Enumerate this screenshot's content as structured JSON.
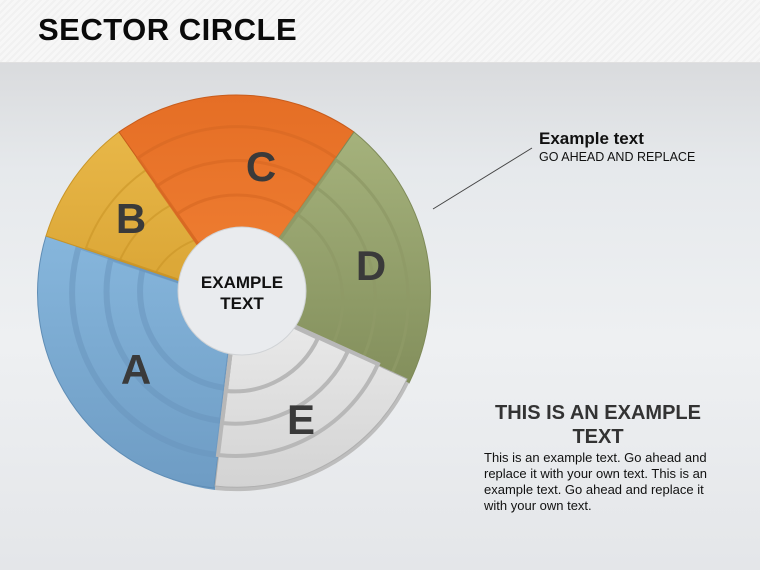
{
  "header": {
    "title": "SECTOR CIRCLE"
  },
  "diagram": {
    "type": "sector-circle",
    "center_label_line1": "EXAMPLE",
    "center_label_line2": "TEXT",
    "segments": [
      {
        "label": "A",
        "color": "#7eaed6",
        "dark": "#5f8db5"
      },
      {
        "label": "B",
        "color": "#e3b040",
        "dark": "#c99527"
      },
      {
        "label": "C",
        "color": "#ee7a30",
        "dark": "#d2611d"
      },
      {
        "label": "D",
        "color": "#9eab74",
        "dark": "#7e8a58"
      },
      {
        "label": "E",
        "color": "#e2e2e2",
        "dark": "#c2c2c2"
      }
    ]
  },
  "callout": {
    "title": "Example text",
    "subtitle": "GO AHEAD AND REPLACE"
  },
  "text_block": {
    "heading": "THIS IS AN EXAMPLE TEXT",
    "body": "This is an example text. Go ahead and replace it with your own text. This is an example text. Go ahead and replace it with your own text."
  }
}
